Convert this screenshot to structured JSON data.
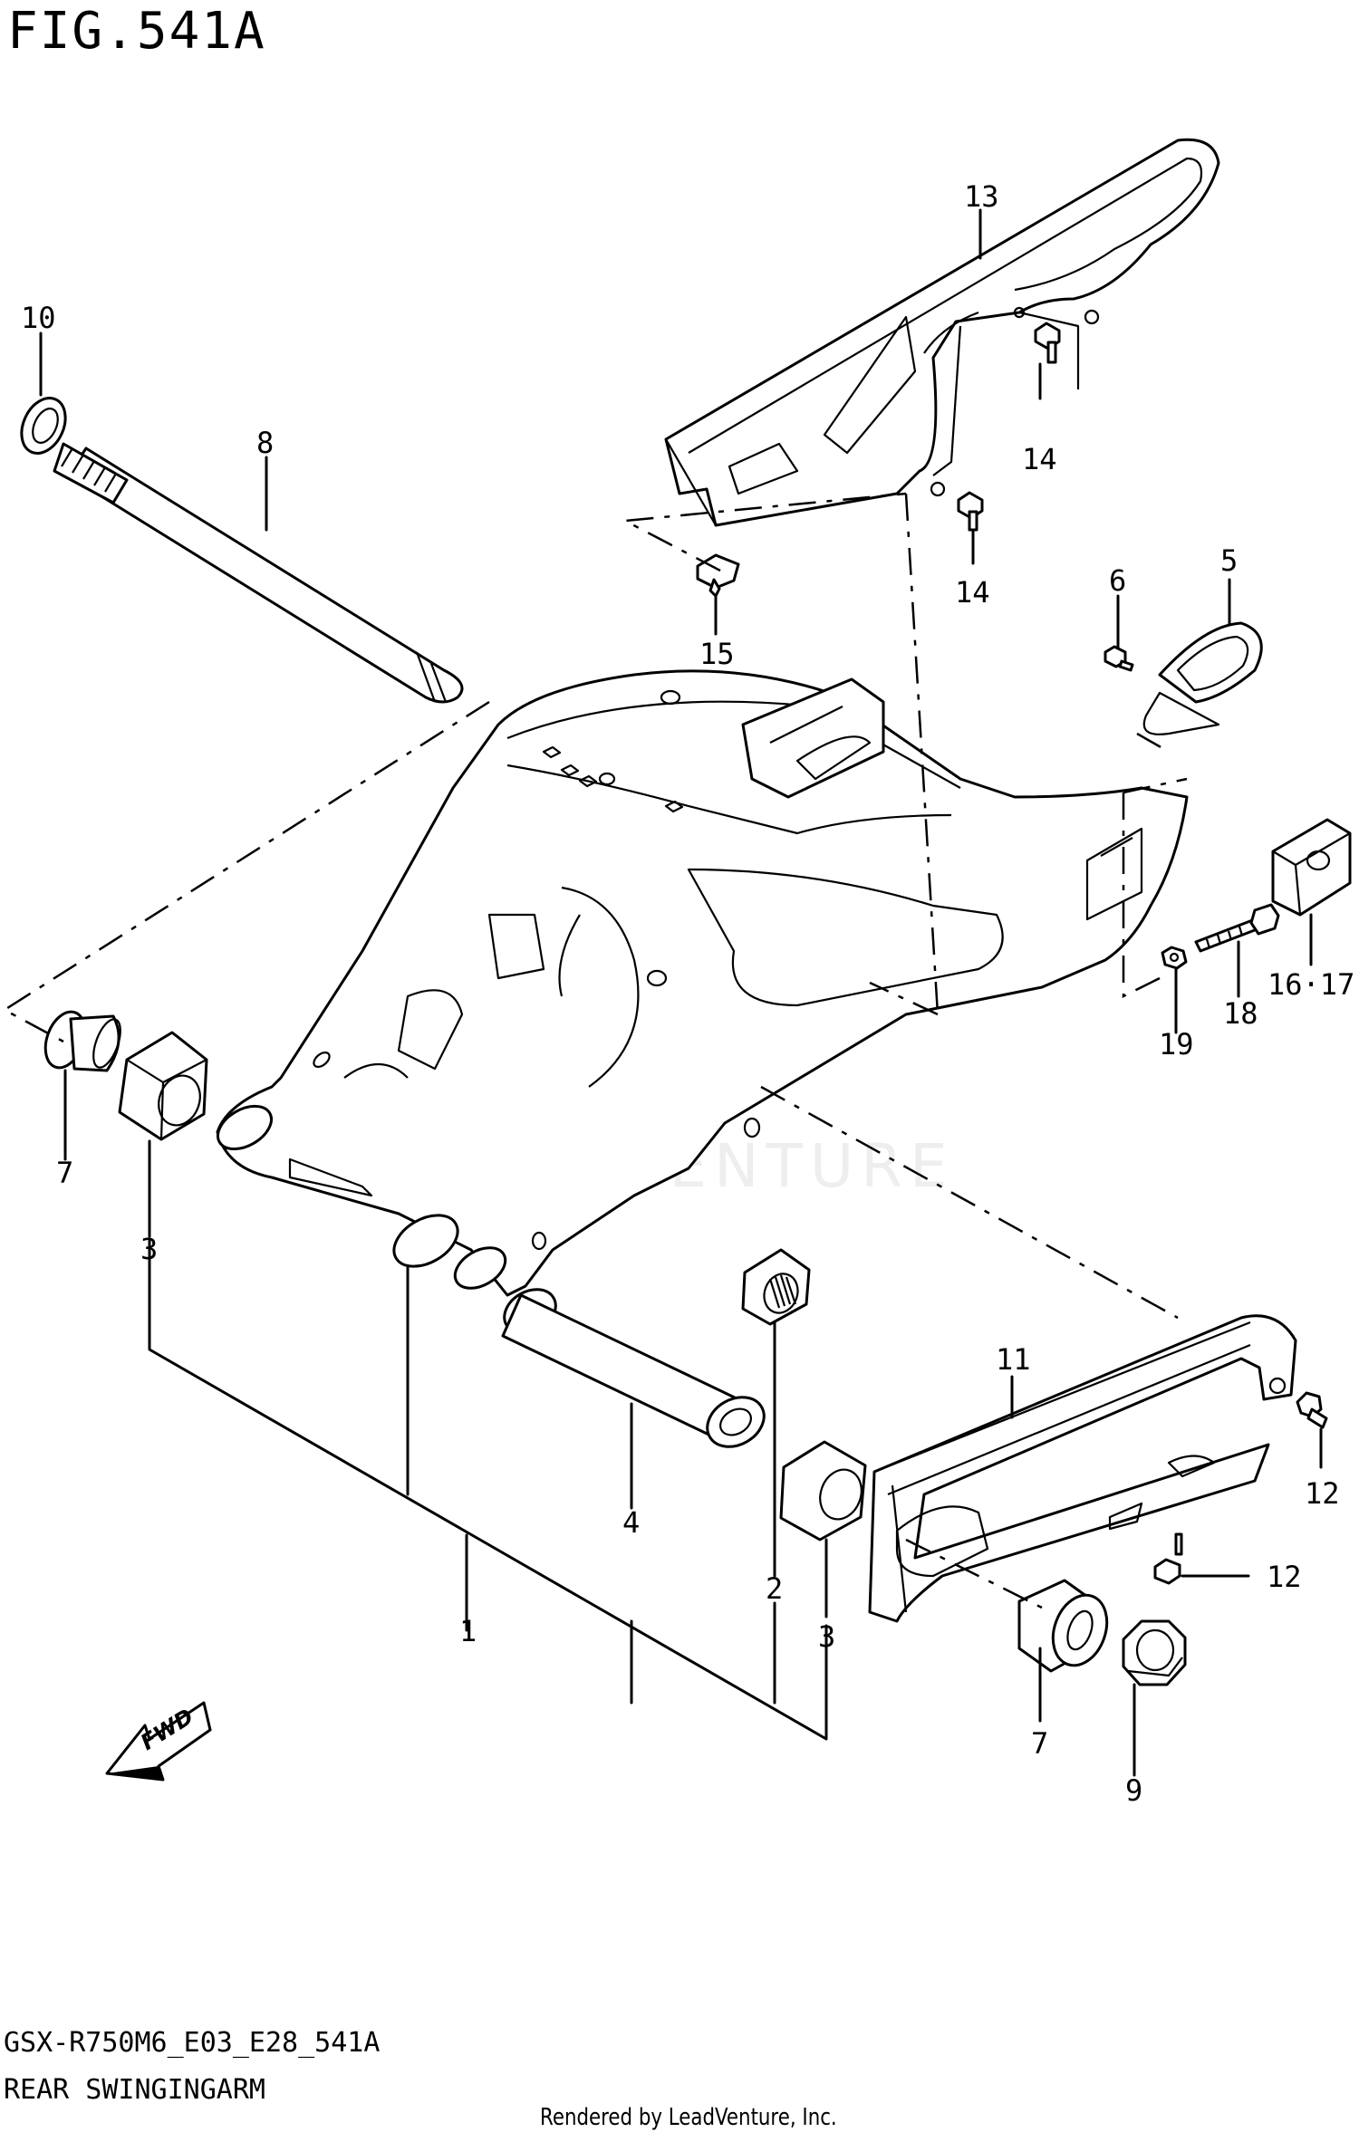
{
  "header": {
    "figure_title": "FIG.541A"
  },
  "footer": {
    "model_code": "GSX-R750M6_E03_E28_541A",
    "section_title": "REAR SWINGINGARM",
    "rendered_by": "Rendered by LeadVenture, Inc."
  },
  "watermark": {
    "text": "LEADVENTURE"
  },
  "fwd_arrow": {
    "label": "FWD"
  },
  "callouts": {
    "c1": "1",
    "c2": "2",
    "c3a": "3",
    "c3b": "3",
    "c4": "4",
    "c5": "5",
    "c6": "6",
    "c7a": "7",
    "c7b": "7",
    "c8": "8",
    "c9": "9",
    "c10": "10",
    "c11": "11",
    "c12a": "12",
    "c12b": "12",
    "c13": "13",
    "c14a": "14",
    "c14b": "14",
    "c15": "15",
    "c1617": "16·17",
    "c18": "18",
    "c19": "19"
  }
}
